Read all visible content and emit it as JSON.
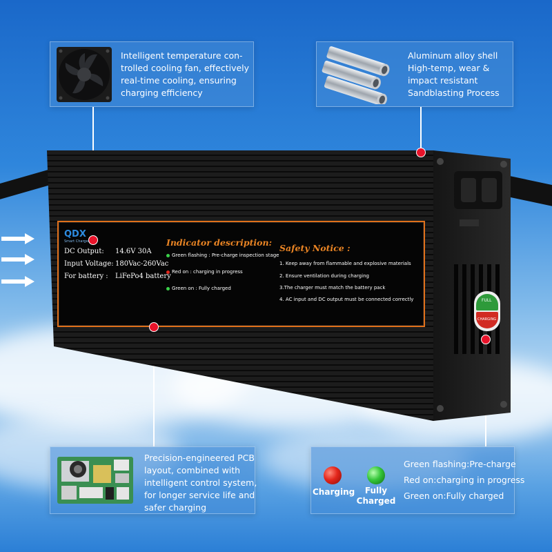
{
  "callouts": {
    "fan": {
      "icon": "cooling-fan-icon",
      "lines": [
        "Intelligent temperature con-",
        "trolled cooling fan, effectively",
        "real-time cooling, ensuring",
        "charging efficiency"
      ]
    },
    "shell": {
      "icon": "aluminum-tubes-icon",
      "lines": [
        "Aluminum alloy shell",
        "High-temp, wear &",
        "impact resistant",
        "Sandblasting Process"
      ]
    },
    "pcb": {
      "icon": "pcb-board-icon",
      "lines": [
        "Precision-engineered PCB",
        "layout, combined with",
        "intelligent control system,",
        "for longer service life and",
        "safer charging"
      ]
    },
    "indicator": {
      "charging_label": "Charging",
      "fully_label_1": "Fully",
      "fully_label_2": "Charged",
      "legend": [
        "Green flashing:Pre-charge",
        "Red on:charging in progress",
        "Green on:Fully charged"
      ]
    }
  },
  "charger_label": {
    "brand": "QDX",
    "brand_sub": "Smart Charger",
    "specs": [
      {
        "key": "DC Output:",
        "value": "14.6V 30A"
      },
      {
        "key": "Input Voltage:",
        "value": "180Vac-260Vac"
      },
      {
        "key": "For battery :",
        "value": "LiFePo4 battery"
      }
    ],
    "indicator_heading": "Indicator description:",
    "indicator_items": [
      "Green flashing : Pre-charge inspection stage",
      "Red on : charging in progress",
      "Green on : Fully charged"
    ],
    "safety_heading": "Safety Notice :",
    "safety_items": [
      "1. Keep away from flammable and explosive materials",
      "2. Ensure ventilation during charging",
      "3.The charger must match the battery pack",
      "4. AC input and DC output must be connected correctly"
    ],
    "side_led_top": "FULL",
    "side_led_bottom": "CHARGING"
  },
  "colors": {
    "accent_red": "#e8132a",
    "label_orange": "#e98424",
    "led_green": "#35c63a",
    "led_red": "#e3261b"
  }
}
